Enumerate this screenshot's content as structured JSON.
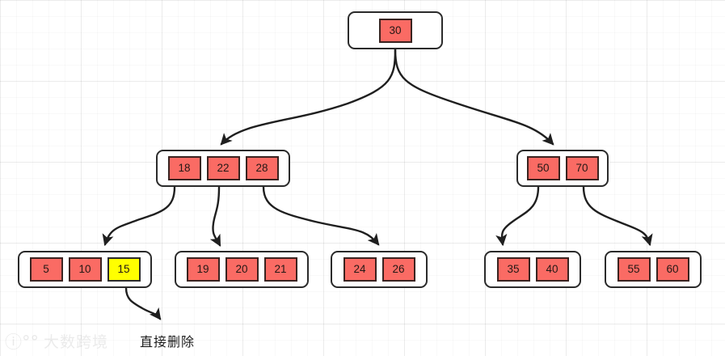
{
  "diagram": {
    "title": "B-tree deletion illustration",
    "colors": {
      "cell_fill": "#fa6b64",
      "cell_highlight": "#ffff00",
      "node_border": "#2b2b2b",
      "edge": "#1f1f1f",
      "background": "#ffffff",
      "grid_major": "#e0e0e0",
      "grid_minor": "#f0f0f0"
    },
    "nodes": [
      {
        "id": "root",
        "keys": [
          {
            "value": "30",
            "state": "normal"
          }
        ]
      },
      {
        "id": "int-l",
        "keys": [
          {
            "value": "18",
            "state": "normal"
          },
          {
            "value": "22",
            "state": "normal"
          },
          {
            "value": "28",
            "state": "normal"
          }
        ]
      },
      {
        "id": "int-r",
        "keys": [
          {
            "value": "50",
            "state": "normal"
          },
          {
            "value": "70",
            "state": "normal"
          }
        ]
      },
      {
        "id": "leaf-1",
        "keys": [
          {
            "value": "5",
            "state": "normal"
          },
          {
            "value": "10",
            "state": "normal"
          },
          {
            "value": "15",
            "state": "highlight"
          }
        ]
      },
      {
        "id": "leaf-2",
        "keys": [
          {
            "value": "19",
            "state": "normal"
          },
          {
            "value": "20",
            "state": "normal"
          },
          {
            "value": "21",
            "state": "normal"
          }
        ]
      },
      {
        "id": "leaf-3",
        "keys": [
          {
            "value": "24",
            "state": "normal"
          },
          {
            "value": "26",
            "state": "normal"
          }
        ]
      },
      {
        "id": "leaf-4",
        "keys": [
          {
            "value": "35",
            "state": "normal"
          },
          {
            "value": "40",
            "state": "normal"
          }
        ]
      },
      {
        "id": "leaf-5",
        "keys": [
          {
            "value": "55",
            "state": "normal"
          },
          {
            "value": "60",
            "state": "normal"
          }
        ]
      }
    ],
    "annotations": [
      {
        "id": "delete-note",
        "text": "直接删除"
      }
    ],
    "watermark": {
      "mark": "ⓘ°°",
      "text": "大数跨境"
    }
  }
}
